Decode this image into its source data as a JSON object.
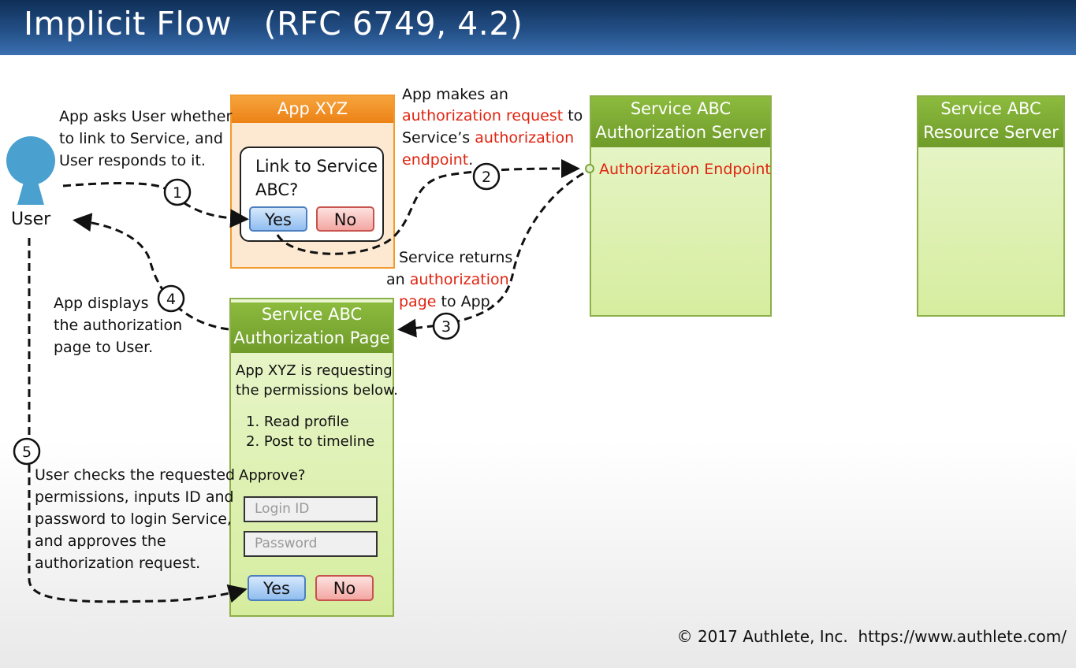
{
  "title": "Implicit Flow   (RFC 6749, 4.2)",
  "user_label": "User",
  "app_box": {
    "header": "App XYZ",
    "dialog_line1": "Link to Service",
    "dialog_line2": "ABC?",
    "yes": "Yes",
    "no": "No"
  },
  "auth_server": {
    "header_line1": "Service ABC",
    "header_line2": "Authorization Server",
    "endpoint": "Authorization Endpoint"
  },
  "resource_server": {
    "header_line1": "Service ABC",
    "header_line2": "Resource Server"
  },
  "auth_page": {
    "header_line1": "Service ABC",
    "header_line2": "Authorization Page",
    "desc_line1": "App XYZ is requesting",
    "desc_line2": "the permissions below.",
    "perm1": "1. Read profile",
    "perm2": "2. Post to timeline",
    "approve": "Approve?",
    "login_placeholder": "Login ID",
    "password_placeholder": "Password",
    "yes": "Yes",
    "no": "No"
  },
  "steps": {
    "s1": "1",
    "s2": "2",
    "s3": "3",
    "s4": "4",
    "s5": "5"
  },
  "annotations": {
    "step1": [
      "App asks User whether",
      "to link to Service, and",
      "User responds to it."
    ],
    "step2_line1": "App makes an",
    "step2_red1": "authorization request",
    "step2_to": " to",
    "step2_services": "Service’s ",
    "step2_red2": "authorization",
    "step2_red3": "endpoint",
    "step2_dot": ".",
    "step3_line1": "Service returns",
    "step3_an": "an ",
    "step3_red1": "authorization",
    "step3_red2": "page",
    "step3_tail": " to App.",
    "step4": [
      "App displays",
      "the authorization",
      "page to User."
    ],
    "step5": [
      "User checks the requested",
      "permissions, inputs ID and",
      "password to login Service,",
      "and approves the",
      "authorization request."
    ]
  },
  "footer": "© 2017 Authlete, Inc.  https://www.authlete.com/",
  "colors": {
    "title_bar": "#234f86",
    "orange": "#ec8215",
    "green": "#7aa834",
    "red_text": "#e0230f",
    "yes_blue": "#90bdf0",
    "no_red": "#f3a7a2"
  }
}
